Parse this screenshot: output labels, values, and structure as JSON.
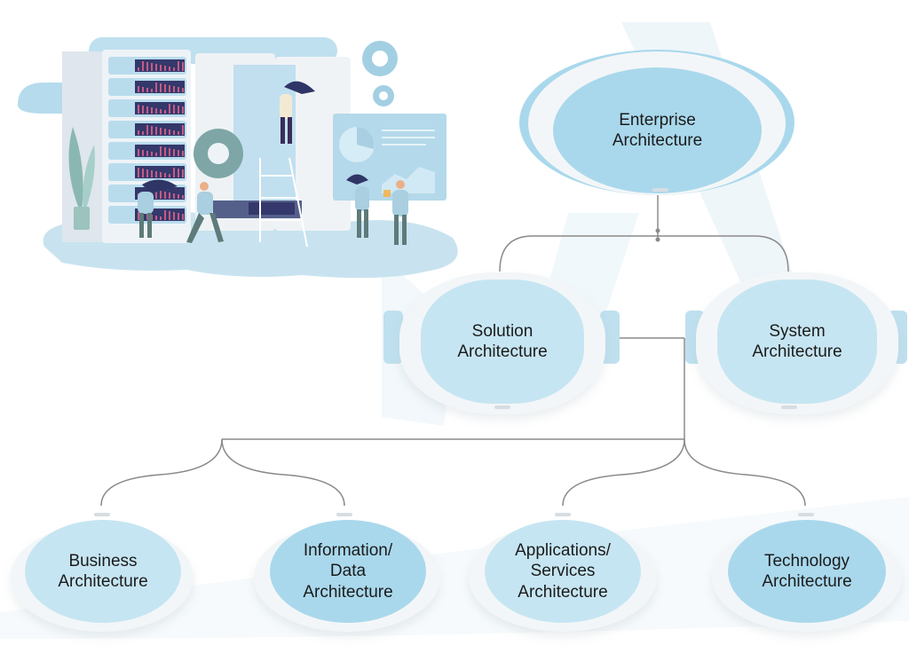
{
  "diagram": {
    "title": "Enterprise Architecture hierarchy",
    "colors": {
      "node_fill": "#a9d8ec",
      "node_fill_light": "#c6e5f2",
      "ring": "#eef2f5",
      "connector": "#8a8a8a",
      "text": "#1b1b1b",
      "illustration_accent": "#a9d3e6"
    },
    "nodes": {
      "root": {
        "label": "Enterprise\nArchitecture"
      },
      "level2": [
        {
          "label": "Solution\nArchitecture"
        },
        {
          "label": "System\nArchitecture"
        }
      ],
      "level3": [
        {
          "label": "Business\nArchitecture"
        },
        {
          "label": "Information/\nData\nArchitecture"
        },
        {
          "label": "Applications/\nServices\nArchitecture"
        },
        {
          "label": "Technology\nArchitecture"
        }
      ]
    },
    "edges": [
      {
        "from": "Enterprise Architecture",
        "to": "Solution Architecture"
      },
      {
        "from": "Enterprise Architecture",
        "to": "System Architecture"
      },
      {
        "from": "Solution Architecture",
        "to": "Business Architecture"
      },
      {
        "from": "Solution Architecture",
        "to": "Information/Data Architecture"
      },
      {
        "from": "Solution Architecture",
        "to": "Applications/Services Architecture"
      },
      {
        "from": "Solution Architecture",
        "to": "Technology Architecture"
      }
    ]
  },
  "illustration": {
    "subject": "team working at server racks with gears, dashboards and charts",
    "icons": [
      "server-rack-icon",
      "gear-icon",
      "pie-chart-icon",
      "people-icon",
      "plant-icon",
      "ladder-icon"
    ]
  }
}
